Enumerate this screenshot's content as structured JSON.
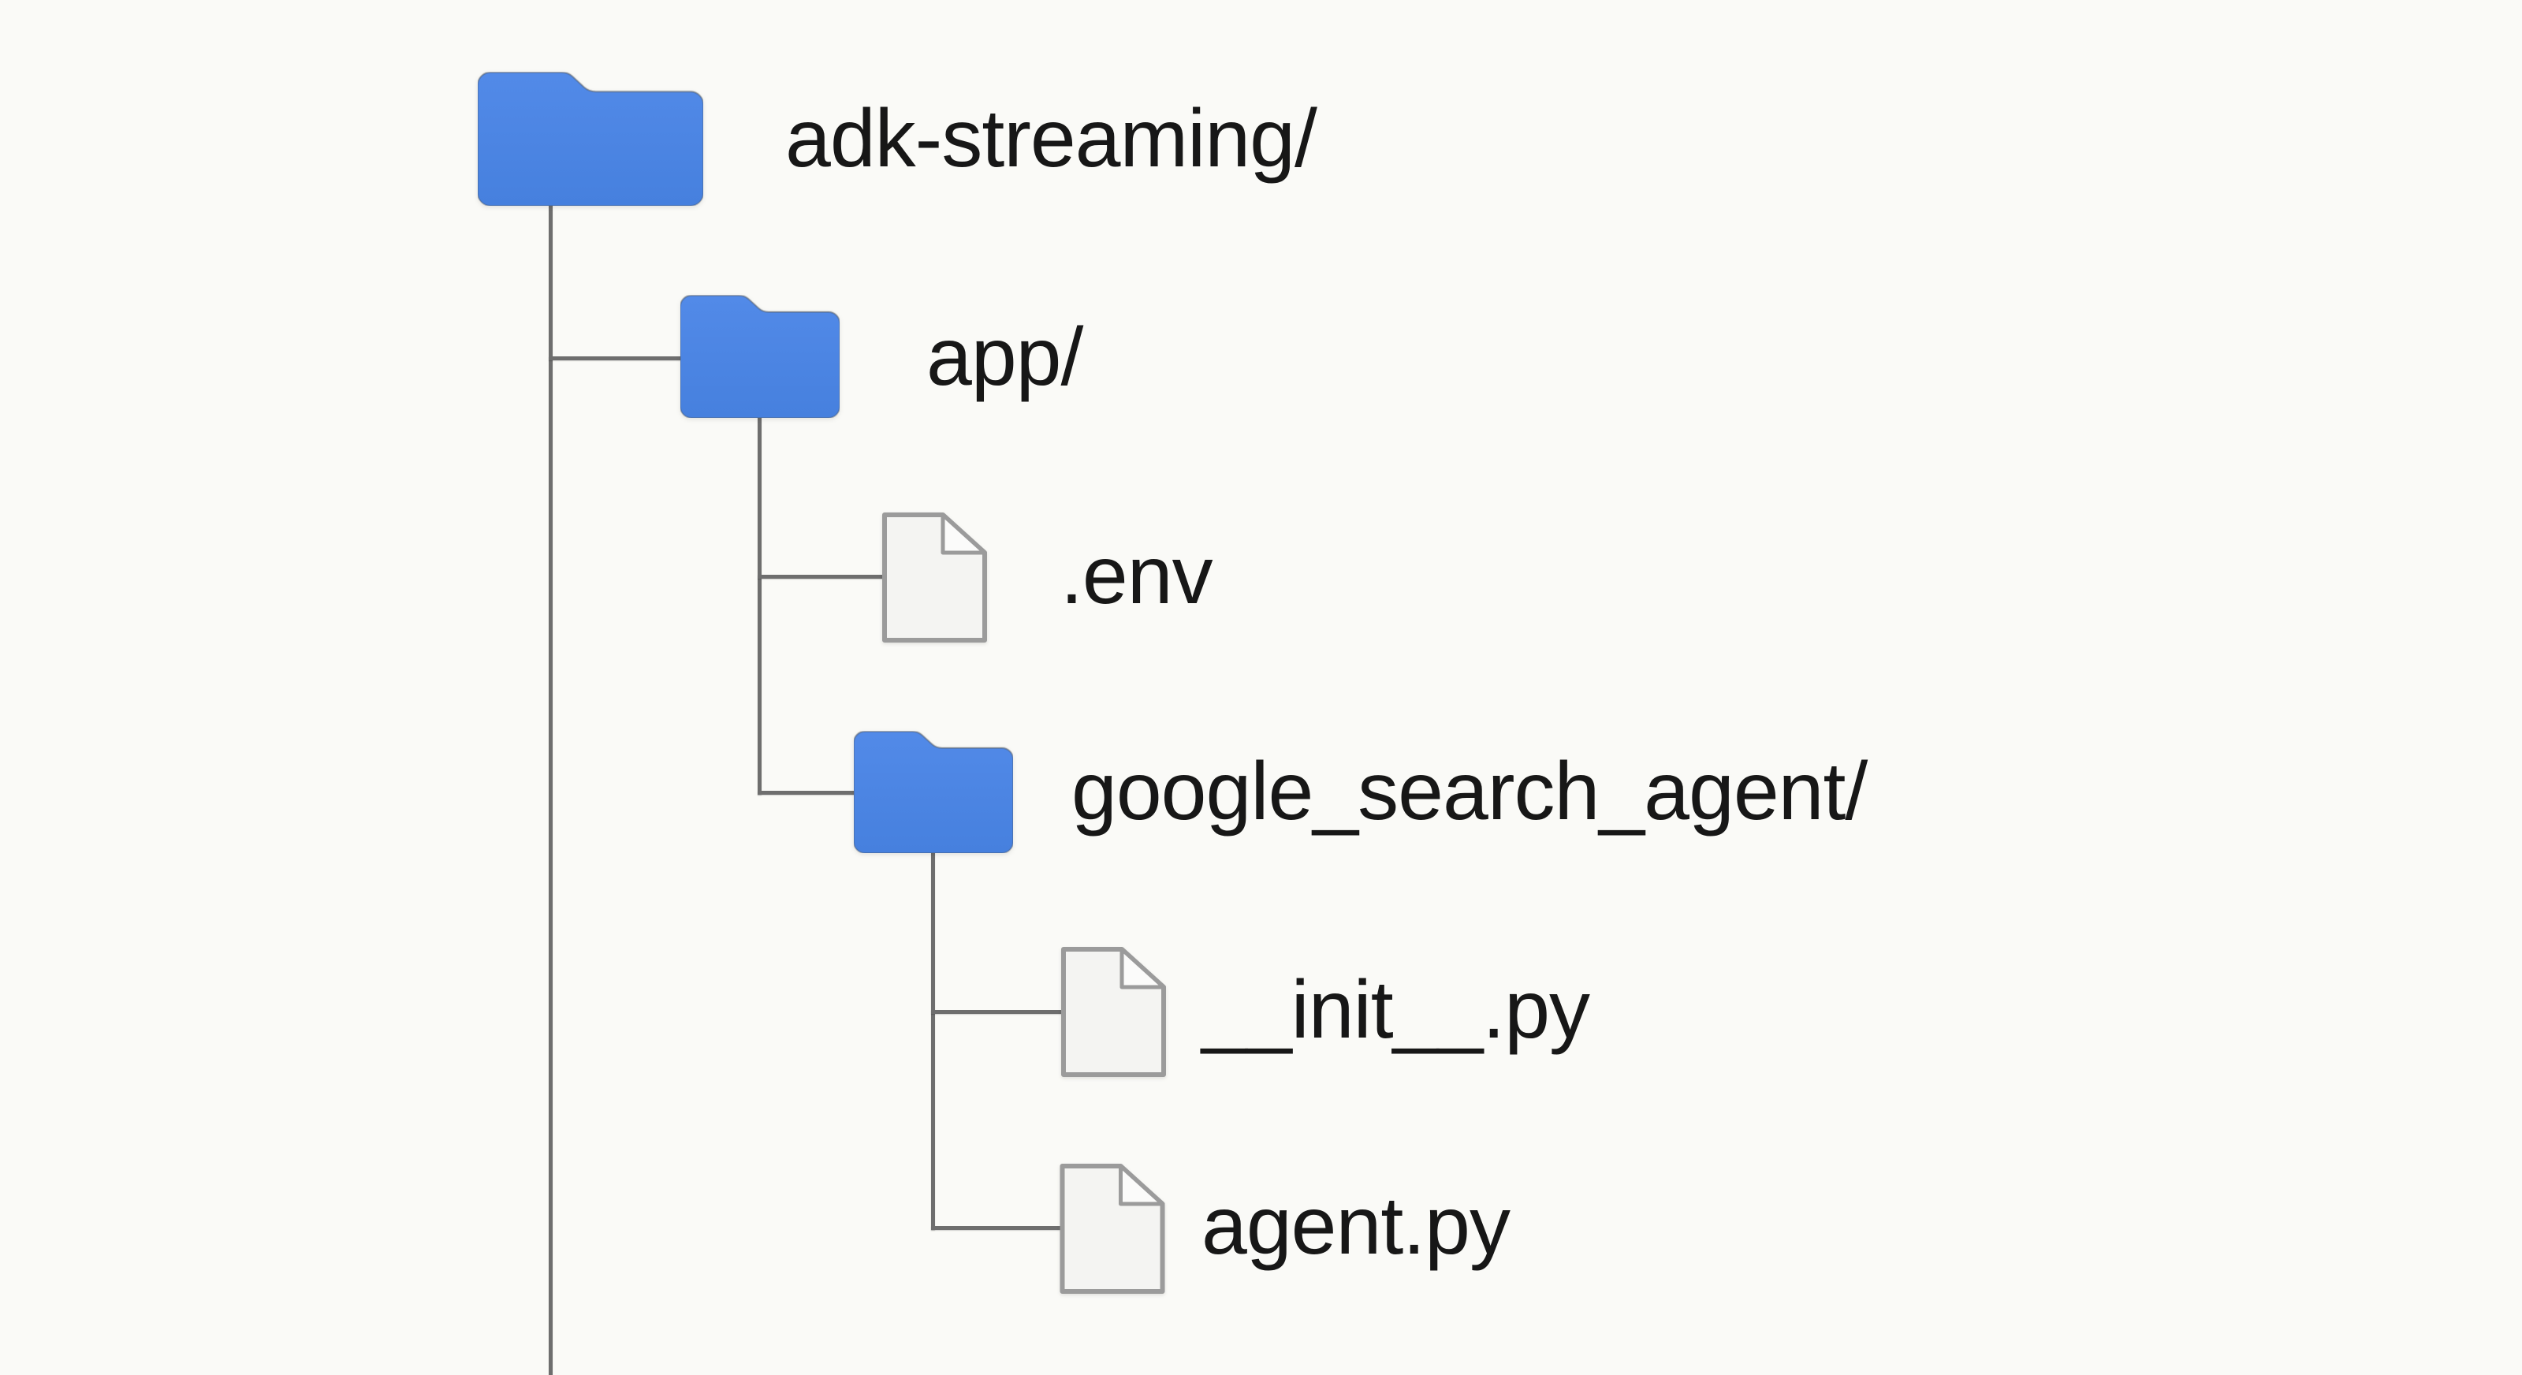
{
  "diagram": {
    "type": "file-tree",
    "tree": {
      "nodes": [
        {
          "id": "adk-streaming",
          "label": "adk-streaming/",
          "type": "folder",
          "depth": 0,
          "parent": null
        },
        {
          "id": "app",
          "label": "app/",
          "type": "folder",
          "depth": 1,
          "parent": "adk-streaming"
        },
        {
          "id": "env",
          "label": ".env",
          "type": "file",
          "depth": 2,
          "parent": "app"
        },
        {
          "id": "google_search_agent",
          "label": "google_search_agent/",
          "type": "folder",
          "depth": 2,
          "parent": "app"
        },
        {
          "id": "init",
          "label": "__init__.py",
          "type": "file",
          "depth": 3,
          "parent": "google_search_agent"
        },
        {
          "id": "agent",
          "label": "agent.py",
          "type": "file",
          "depth": 3,
          "parent": "google_search_agent"
        }
      ]
    },
    "colors": {
      "background": "#fafaf7",
      "folder_blue": "#4a83e2",
      "folder_blue_light": "#528ae8",
      "file_fill": "#f4f4f2",
      "file_fold_fill": "#fbfbfa",
      "file_stroke": "#9b9b9b",
      "connector_gray": "#6e6e6e",
      "text": "#171717"
    }
  }
}
